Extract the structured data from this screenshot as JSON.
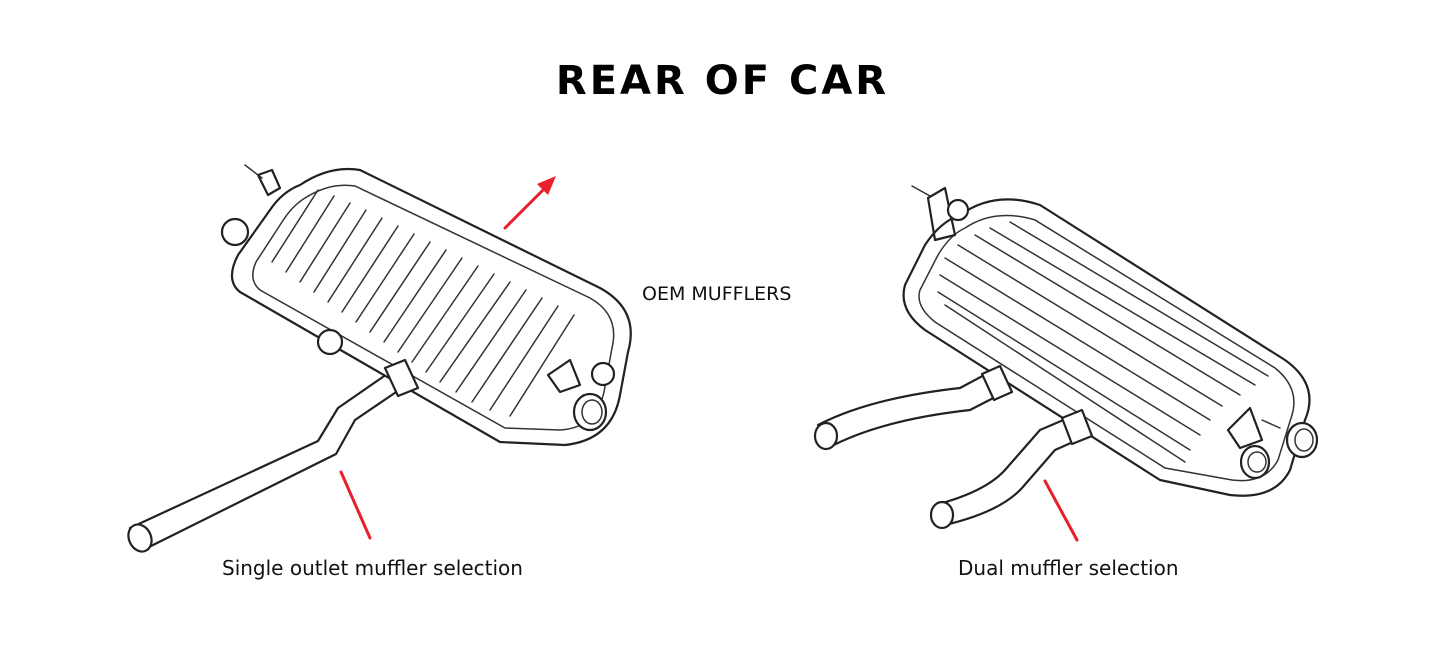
{
  "title": "REAR OF CAR",
  "center_label": "OEM MUFFLERS",
  "left": {
    "caption": "Single outlet muffler selection"
  },
  "right": {
    "caption": "Dual muffler selection"
  },
  "colors": {
    "accent_arrow": "#e8202a",
    "line": "#222222",
    "background": "#ffffff"
  }
}
